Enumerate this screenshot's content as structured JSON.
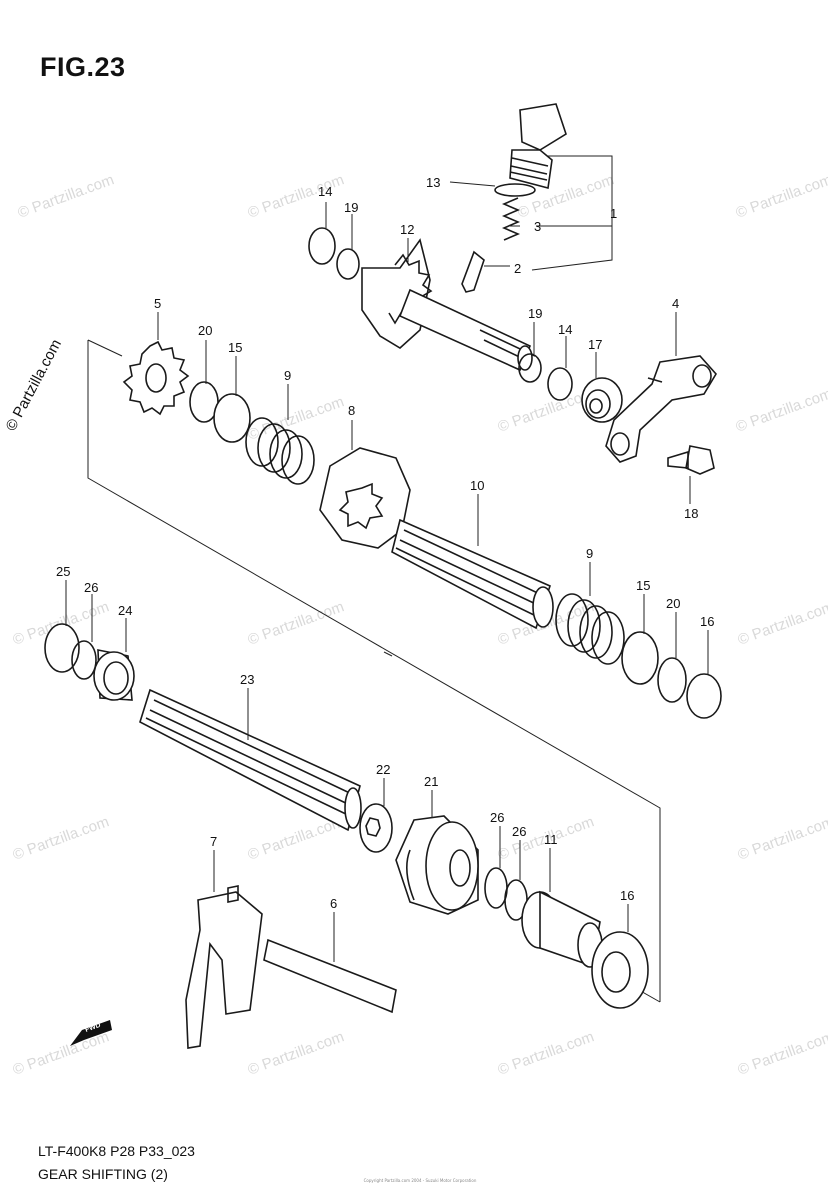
{
  "figure_title": "FIG.23",
  "footer": {
    "model_code": "LT-F400K8 P28 P33_023",
    "section_title": "GEAR SHIFTING (2)",
    "copyright": "Copyright Partzilla.com 2004 - Suzuki Motor Corporation"
  },
  "watermark": "© Partzilla.com",
  "fwd_mark": "FWD",
  "part_labels": {
    "p1": "1",
    "p2": "2",
    "p3": "3",
    "p4": "4",
    "p5": "5",
    "p6": "6",
    "p7": "7",
    "p8": "8",
    "p9a": "9",
    "p9b": "9",
    "p10": "10",
    "p11": "11",
    "p12": "12",
    "p13": "13",
    "p14a": "14",
    "p14b": "14",
    "p15a": "15",
    "p15b": "15",
    "p16a": "16",
    "p16b": "16",
    "p17": "17",
    "p18": "18",
    "p19a": "19",
    "p19b": "19",
    "p20a": "20",
    "p20b": "20",
    "p21": "21",
    "p22": "22",
    "p23": "23",
    "p24": "24",
    "p25": "25",
    "p26a": "26",
    "p26b": "26",
    "p26c": "26"
  },
  "colors": {
    "ink": "#1a1a1a",
    "watermark": "#d9d9d9",
    "background": "#ffffff"
  }
}
